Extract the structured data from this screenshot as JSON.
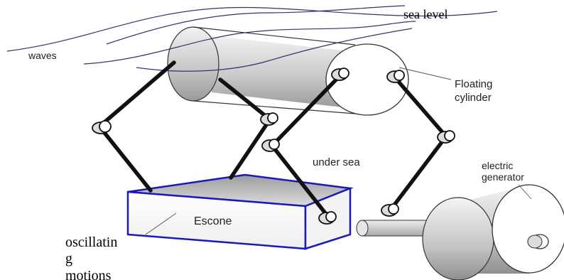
{
  "labels": {
    "sea_level": "sea level",
    "waves": "waves",
    "floating_cylinder_line1": "Floating",
    "floating_cylinder_line2": "cylinder",
    "under_sea": "under sea",
    "electric_generator_line1": "electric",
    "electric_generator_line2": "generator",
    "escone": "Escone",
    "oscillating_line1": "oscillatin",
    "oscillating_line2": "g",
    "oscillating_line3": "motions"
  },
  "colors": {
    "wave_line": "#33336e",
    "box_outline": "#1a1ab8",
    "linkage": "#111111",
    "label_text": "#222222"
  }
}
